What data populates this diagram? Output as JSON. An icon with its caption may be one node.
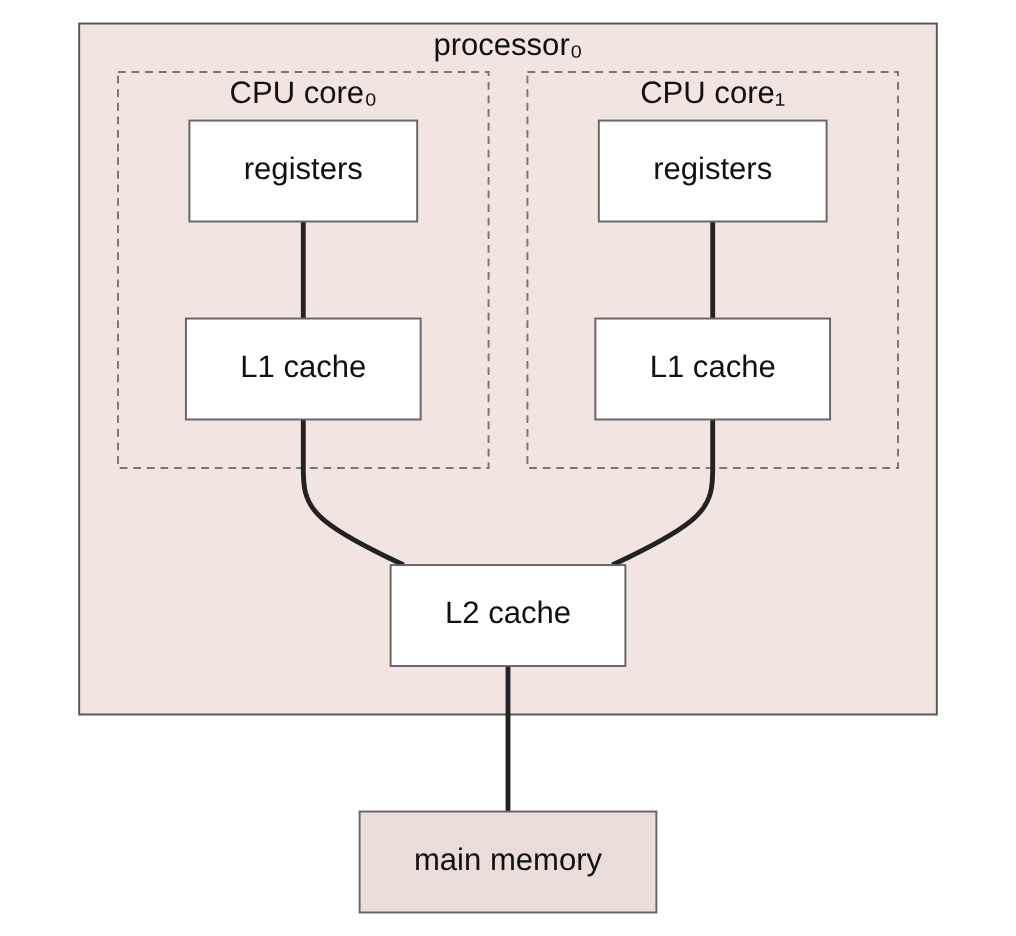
{
  "diagram": {
    "nodes": [
      {
        "text": [
          "processor₀"
        ]
      },
      {
        "text": [
          "CPU core₀"
        ],
        "in": 0
      },
      {
        "text": [
          "registers"
        ],
        "in": 1
      },
      {
        "text": [
          "L1 cache"
        ],
        "in": 1
      },
      {
        "text": [
          "CPU core₁"
        ],
        "in": 0
      },
      {
        "text": [
          "registers"
        ],
        "in": 4
      },
      {
        "text": [
          "L1 cache"
        ],
        "in": 4
      },
      {
        "text": [
          "L2 cache"
        ],
        "in": 0
      },
      {
        "text": [
          "main memory"
        ]
      }
    ],
    "edges": [
      {
        "from": 2,
        "to": 3,
        "arrow": "none"
      },
      {
        "from": 5,
        "to": 6,
        "arrow": "none"
      },
      {
        "from": 3,
        "to": 7,
        "arrow": "none"
      },
      {
        "from": 6,
        "to": 7,
        "arrow": "none"
      },
      {
        "from": 7,
        "to": 8,
        "arrow": "none"
      }
    ]
  }
}
